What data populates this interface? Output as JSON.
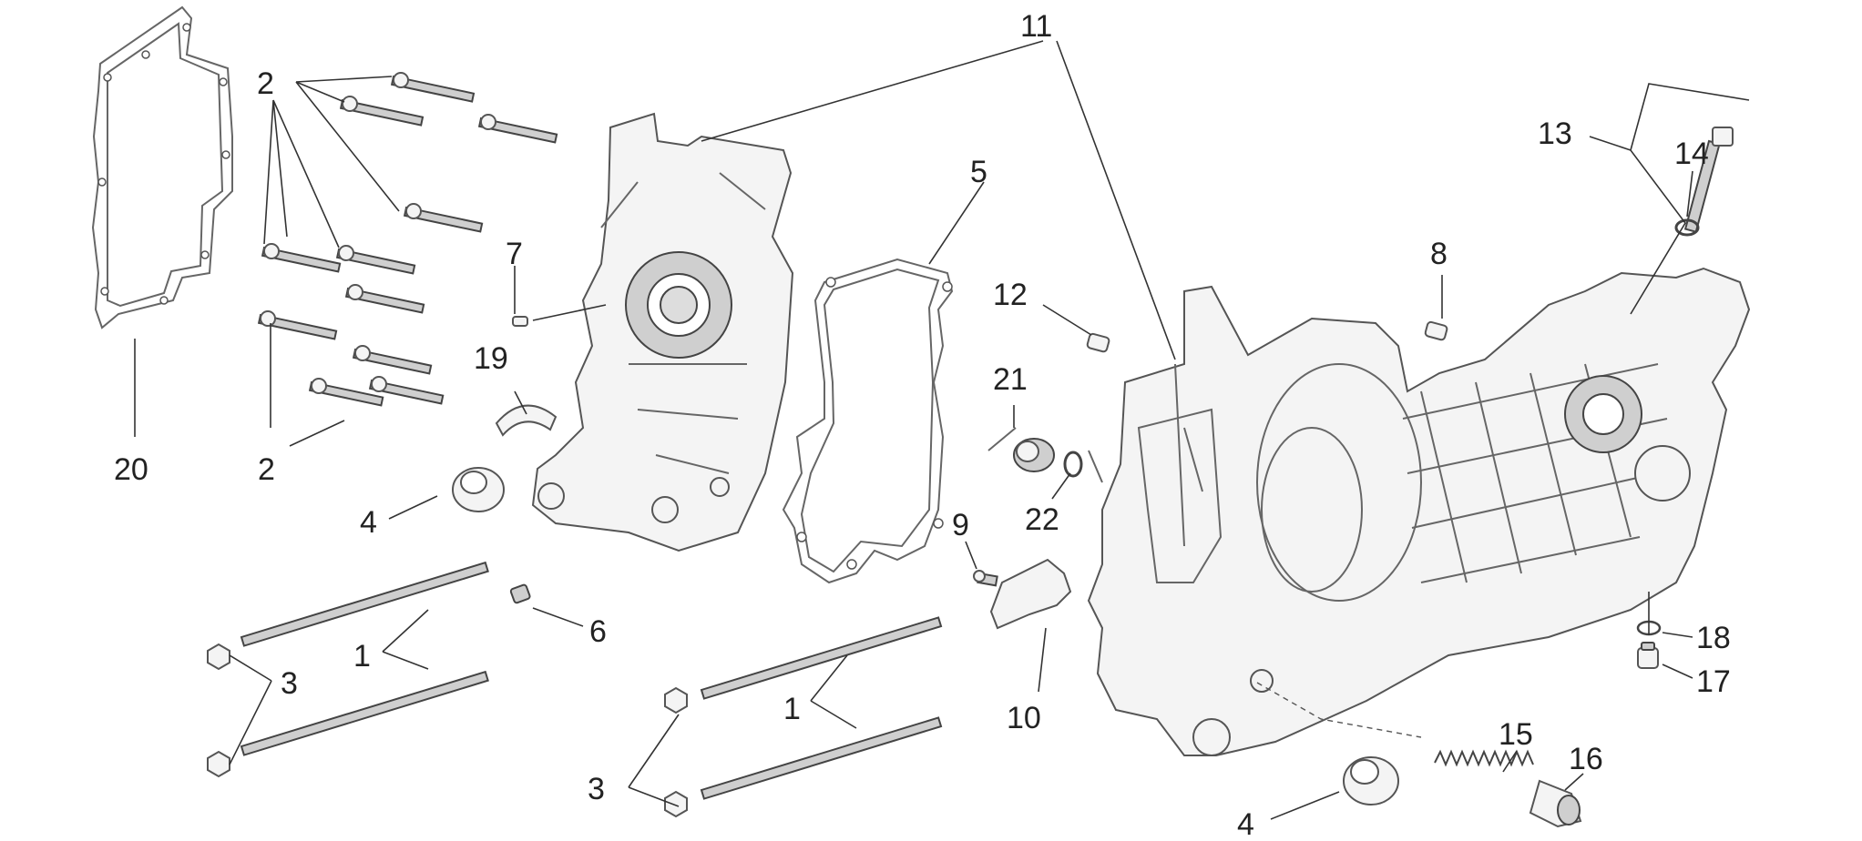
{
  "diagram": {
    "labels": {
      "l1a": "1",
      "l1b": "1",
      "l2a": "2",
      "l2b": "2",
      "l3a": "3",
      "l3b": "3",
      "l4a": "4",
      "l4b": "4",
      "l5": "5",
      "l6": "6",
      "l7": "7",
      "l8": "8",
      "l9": "9",
      "l10": "10",
      "l11": "11",
      "l12": "12",
      "l13": "13",
      "l14": "14",
      "l15": "15",
      "l16": "16",
      "l17": "17",
      "l18": "18",
      "l19": "19",
      "l20": "20",
      "l21": "21",
      "l22": "22"
    }
  }
}
